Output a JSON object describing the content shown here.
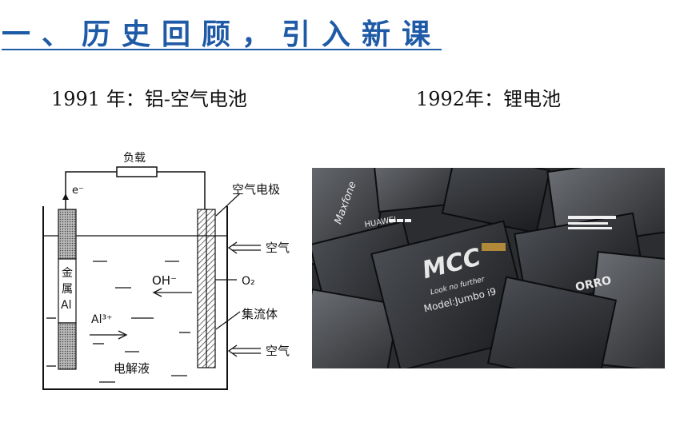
{
  "heading": "一、历史回顾，引入新课",
  "captions": {
    "left": "1991 年：铝-空气电池",
    "right": "1992年：锂电池"
  },
  "diagram": {
    "load": "负载",
    "electron": "e⁻",
    "air_electrode": "空气电极",
    "air": "空气",
    "metal": [
      "金",
      "属",
      "Al"
    ],
    "hydroxide": "OH⁻",
    "oxygen": "O₂",
    "aluminum_ion": "Al³⁺",
    "collector": "集流体",
    "electrolyte": "电解液"
  },
  "photo": {
    "brands": [
      "MCC",
      "Maxfone",
      "HUAWEI",
      "Look no further",
      "Model:Jumbo i9",
      "ORRO"
    ]
  },
  "colors": {
    "heading": "#1f5aa6"
  }
}
